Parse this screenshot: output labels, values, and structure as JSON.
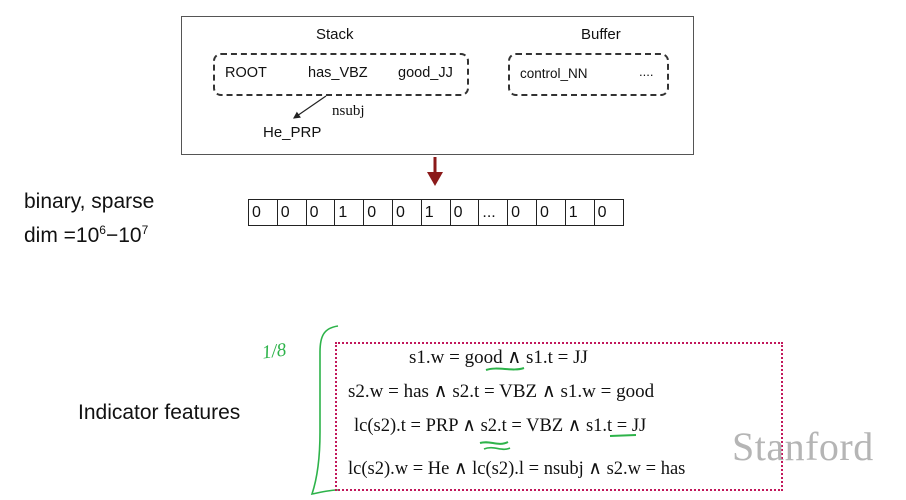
{
  "stack_panel": {
    "stack_title": "Stack",
    "buffer_title": "Buffer",
    "stack_items": [
      "ROOT",
      "has_VBZ",
      "good_JJ"
    ],
    "buffer_items": [
      "control_NN",
      "...."
    ],
    "arc_label": "nsubj",
    "dependent": "He_PRP"
  },
  "arrow_color": "#8b1a1a",
  "vector": {
    "description_line1": "binary, sparse",
    "description_line2_prefix": "dim =10",
    "exp_low": "6",
    "dash": "−10",
    "exp_high": "7",
    "cells": [
      "0",
      "0",
      "0",
      "1",
      "0",
      "0",
      "1",
      "0",
      "...",
      "0",
      "0",
      "1",
      "0"
    ]
  },
  "indicator": {
    "label": "Indicator features",
    "handwritten_note": "1/8",
    "border_color": "#c2185b",
    "highlight_color": "#2db34a",
    "features": [
      "s1.w = good ∧ s1.t = JJ",
      "s2.w = has ∧ s2.t = VBZ ∧ s1.w = good",
      "lc(s2).t = PRP ∧ s2.t = VBZ ∧ s1.t = JJ",
      "lc(s2).w = He ∧ lc(s2).l = nsubj ∧ s2.w = has"
    ]
  },
  "watermark": "Stanford"
}
